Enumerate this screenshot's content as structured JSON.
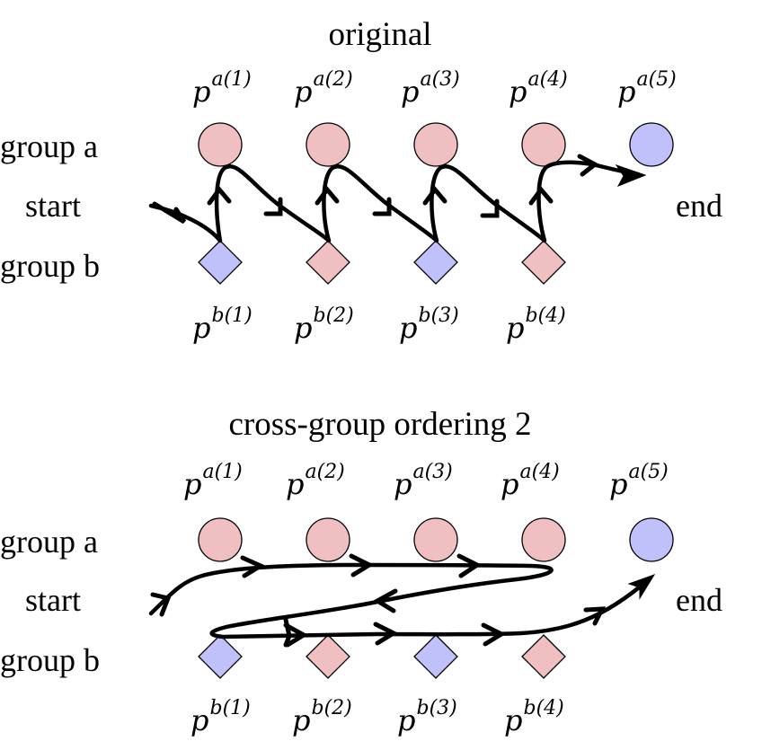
{
  "colors": {
    "group_a_circle": "#efbfc1",
    "group_b_diamond_blue": "#c0c0fb",
    "group_b_diamond_pink": "#efbfc1",
    "final_circle": "#c0c0fb",
    "outline": "#000000"
  },
  "panels": [
    {
      "title": "original",
      "left_labels": {
        "group_a": "group a",
        "start": "start",
        "group_b": "group b"
      },
      "right_label": "end",
      "top_nodes": [
        {
          "base": "p",
          "sup": "a(1)",
          "shape": "circle",
          "color": "pink"
        },
        {
          "base": "p",
          "sup": "a(2)",
          "shape": "circle",
          "color": "pink"
        },
        {
          "base": "p",
          "sup": "a(3)",
          "shape": "circle",
          "color": "pink"
        },
        {
          "base": "p",
          "sup": "a(4)",
          "shape": "circle",
          "color": "pink"
        },
        {
          "base": "p",
          "sup": "a(5)",
          "shape": "circle",
          "color": "blue"
        }
      ],
      "bottom_nodes": [
        {
          "base": "p",
          "sup": "b(1)",
          "shape": "diamond",
          "color": "blue"
        },
        {
          "base": "p",
          "sup": "b(2)",
          "shape": "diamond",
          "color": "pink"
        },
        {
          "base": "p",
          "sup": "b(3)",
          "shape": "diamond",
          "color": "blue"
        },
        {
          "base": "p",
          "sup": "b(4)",
          "shape": "diamond",
          "color": "pink"
        }
      ]
    },
    {
      "title": "cross-group ordering 2",
      "left_labels": {
        "group_a": "group a",
        "start": "start",
        "group_b": "group b"
      },
      "right_label": "end",
      "top_nodes": [
        {
          "base": "p",
          "sup": "a(1)",
          "shape": "circle",
          "color": "pink"
        },
        {
          "base": "p",
          "sup": "a(2)",
          "shape": "circle",
          "color": "pink"
        },
        {
          "base": "p",
          "sup": "a(3)",
          "shape": "circle",
          "color": "pink"
        },
        {
          "base": "p",
          "sup": "a(4)",
          "shape": "circle",
          "color": "pink"
        },
        {
          "base": "p",
          "sup": "a(5)",
          "shape": "circle",
          "color": "blue"
        }
      ],
      "bottom_nodes": [
        {
          "base": "p",
          "sup": "b(1)",
          "shape": "diamond",
          "color": "blue"
        },
        {
          "base": "p",
          "sup": "b(2)",
          "shape": "diamond",
          "color": "pink"
        },
        {
          "base": "p",
          "sup": "b(3)",
          "shape": "diamond",
          "color": "blue"
        },
        {
          "base": "p",
          "sup": "b(4)",
          "shape": "diamond",
          "color": "pink"
        }
      ]
    }
  ]
}
